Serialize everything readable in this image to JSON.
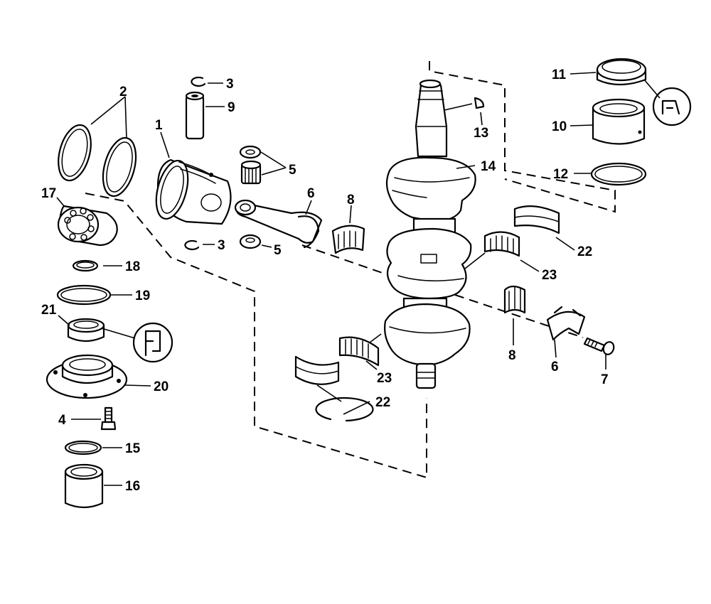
{
  "callouts": {
    "c1": "1",
    "c2": "2",
    "c3a": "3",
    "c3b": "3",
    "c4": "4",
    "c5a": "5",
    "c5b": "5",
    "c6a": "6",
    "c6b": "6",
    "c7": "7",
    "c8a": "8",
    "c8b": "8",
    "c9": "9",
    "c10": "10",
    "c11": "11",
    "c12": "12",
    "c13": "13",
    "c14": "14",
    "c15": "15",
    "c16": "16",
    "c17": "17",
    "c18": "18",
    "c19": "19",
    "c20": "20",
    "c21": "21",
    "c22a": "22",
    "c22b": "22",
    "c23a": "23",
    "c23b": "23"
  }
}
